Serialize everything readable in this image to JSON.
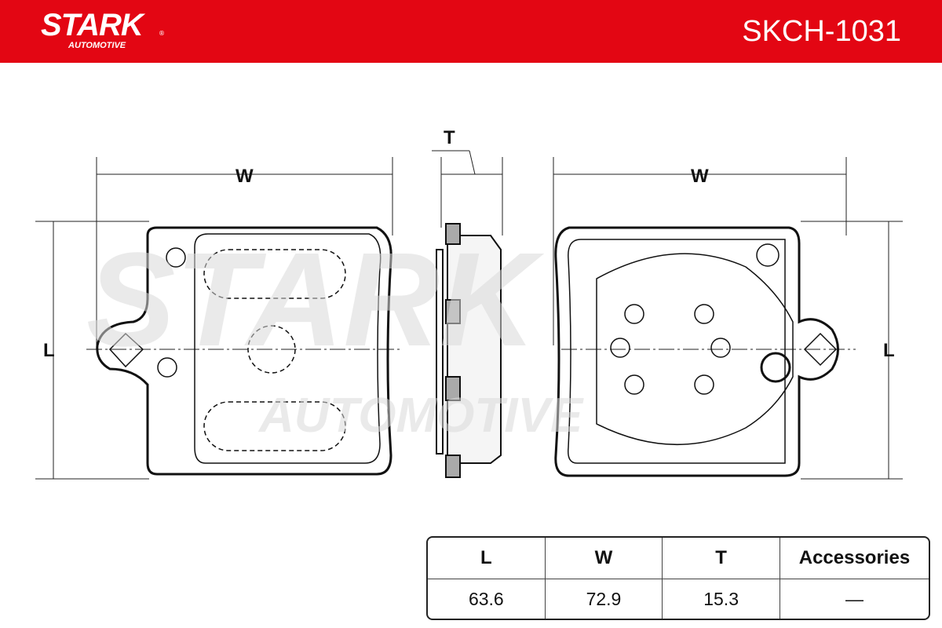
{
  "header": {
    "brand": "STARK",
    "brand_sub": "AUTOMOTIVE",
    "registered": "®",
    "product_code": "SKCH-1031",
    "color": "#e30613"
  },
  "watermark": {
    "line1": "STARK",
    "line2": "AUTOMOTIVE"
  },
  "dimensions": {
    "width_label": "W",
    "length_label": "L",
    "thickness_label": "T"
  },
  "table": {
    "headers": [
      "L",
      "W",
      "T",
      "Accessories"
    ],
    "values": [
      "63.6",
      "72.9",
      "15.3",
      "—"
    ]
  }
}
